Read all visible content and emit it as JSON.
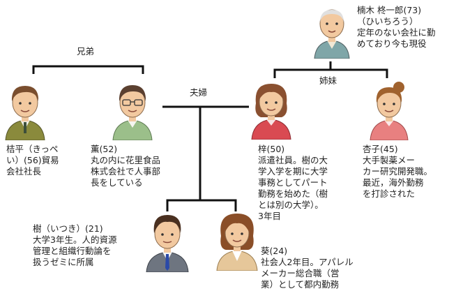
{
  "labels": {
    "brothers": "兄弟",
    "couple": "夫婦",
    "sisters": "姉妹"
  },
  "people": {
    "grandfather": "楠木 柊一郎(73)\n（ひいちろう）\n定年のない会社に勤\nめており今も現役",
    "kippei": "桔平（きっペ\nい）(56)貿易\n会社社長",
    "kaoru": "薫(52)\n丸の内に花里食品\n株式会社で人事部\n長をしている",
    "azusa": "梓(50)\n派遣社員。樹の大\n学入学を期に大学\n事務としてパート\n勤務を始めた（樹\nとは別の大学）。\n3年目",
    "kyoko": "杏子(45)\n大手製薬メー\nカー研究開発職。\n最近，海外勤務\nを打診された",
    "itsuki": "樹（いつき）(21)\n大学3年生。人的資源\n管理と組織行動論を\n扱うゼミに所属",
    "aoi": "葵(24)\n社会人2年目。アパレル\nメーカー総合職（営\n業）として都内勤務"
  }
}
